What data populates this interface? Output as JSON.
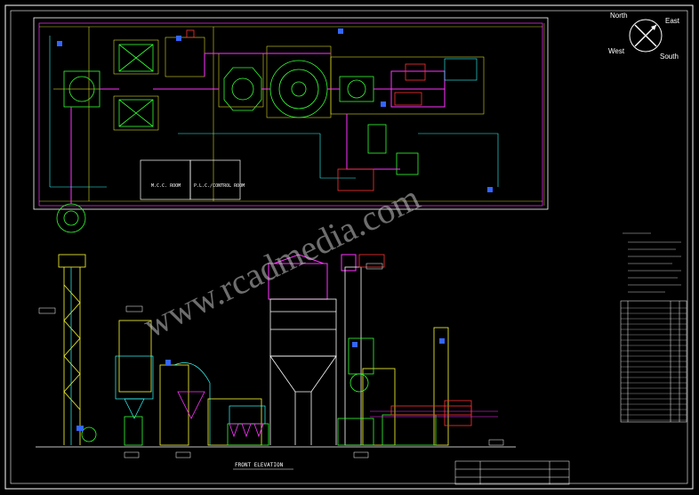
{
  "compass": {
    "north": "North",
    "east": "East",
    "west": "West",
    "south": "South"
  },
  "watermark": "www.rcadmedia.com",
  "plan_rooms": {
    "mcc": "M.C.C. ROOM",
    "plc": "P.L.C./CONTROL ROOM"
  },
  "elevation_title": "FRONT ELEVATION",
  "colors": {
    "background": "#000000",
    "border": "#ffffff",
    "equipment_green": "#33ff33",
    "outline_yellow": "#ffff33",
    "duct_magenta": "#ff33ff",
    "pipe_cyan": "#33ffff",
    "fan_red": "#ff3333",
    "motor_blue": "#3366ff"
  }
}
